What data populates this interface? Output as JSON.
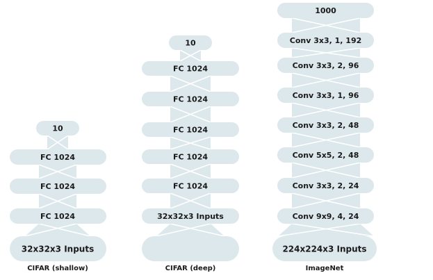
{
  "columns": [
    {
      "caption": "CIFAR (shallow)",
      "layers": [
        "10",
        "FC 1024",
        "FC 1024",
        "FC 1024",
        "32x32x3 Inputs"
      ]
    },
    {
      "caption": "CIFAR (deep)",
      "layers": [
        "10",
        "FC 1024",
        "FC 1024",
        "FC 1024",
        "FC 1024",
        "FC 1024",
        "32x32x3 Inputs"
      ]
    },
    {
      "caption": "ImageNet",
      "layers": [
        "1000",
        "Conv 3x3, 1, 192",
        "Conv 3x3, 2, 96",
        "Conv 3x3, 1, 96",
        "Conv 3x3, 2, 48",
        "Conv 5x5, 2, 48",
        "Conv 3x3, 2, 24",
        "Conv 9x9, 4, 24",
        "224x224x3 Inputs"
      ]
    }
  ]
}
